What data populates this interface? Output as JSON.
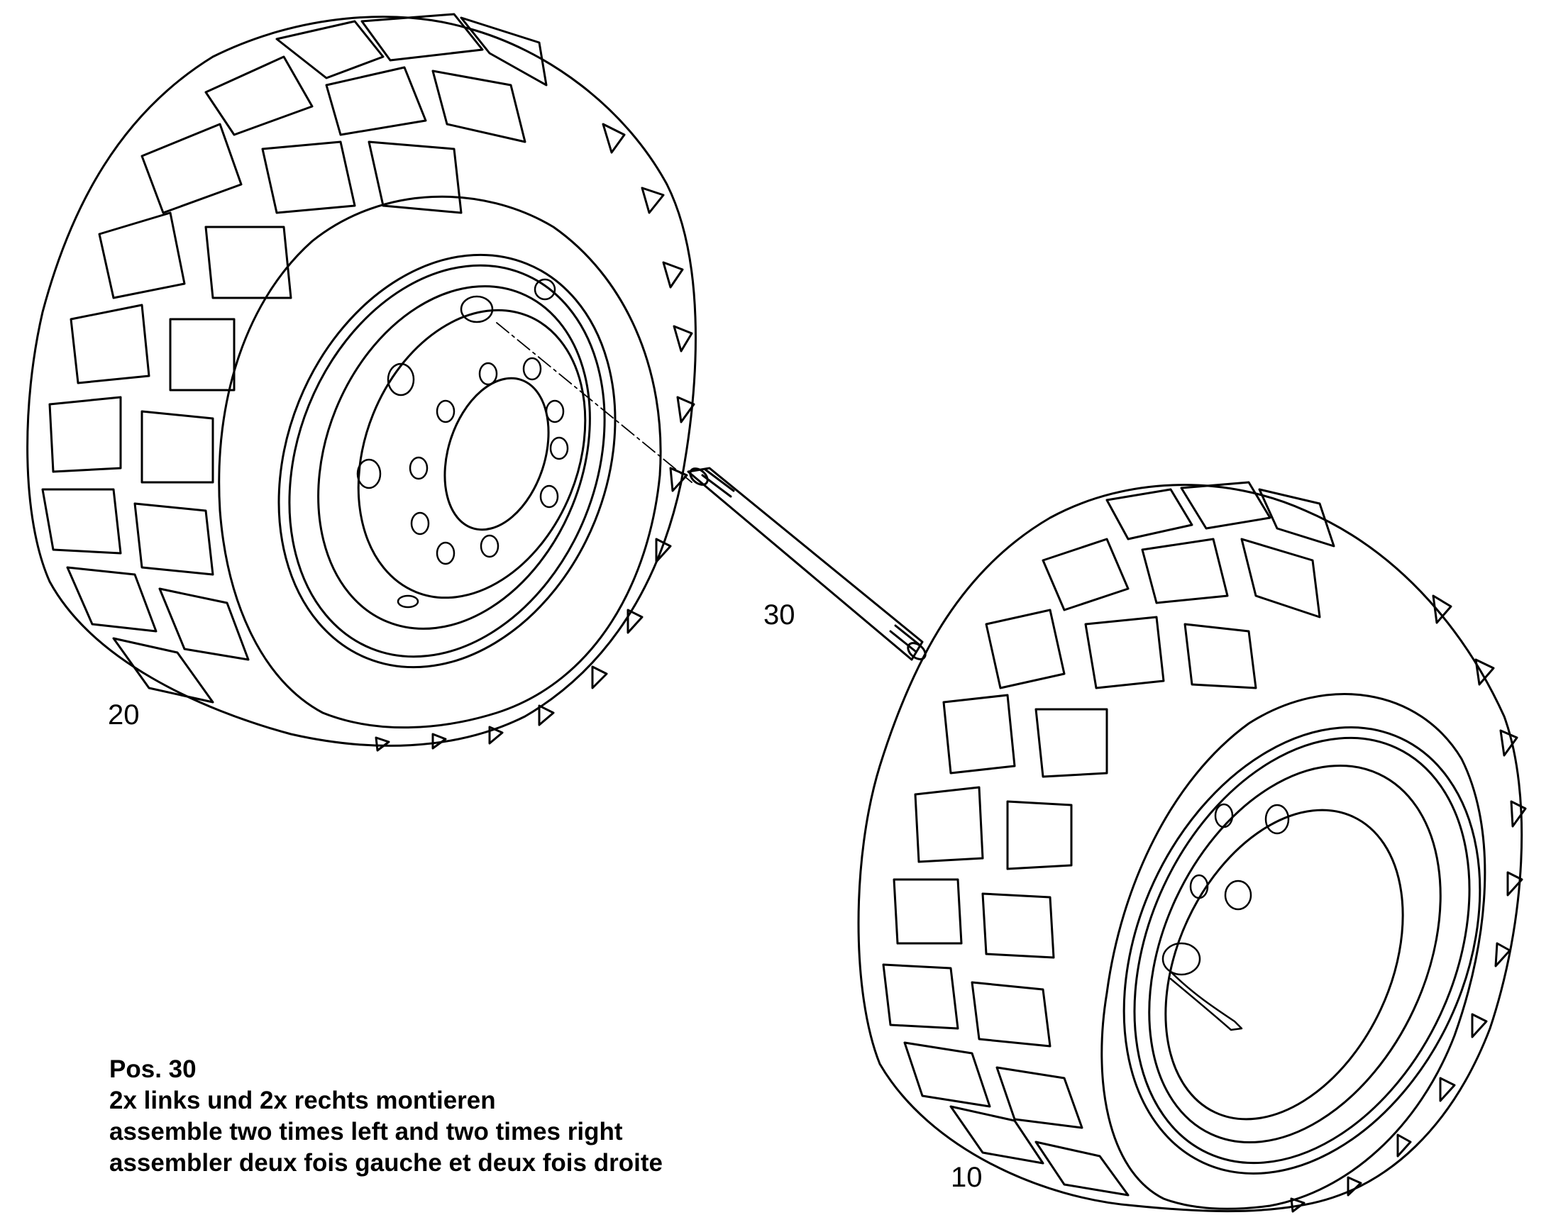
{
  "callouts": {
    "wheel_left": "20",
    "wheel_right": "10",
    "axle_pin": "30"
  },
  "note": {
    "heading": "Pos. 30",
    "line_de": "2x links und 2x rechts montieren",
    "line_en": "assemble two times left and two times right",
    "line_fr": "assembler deux fois gauche et deux fois droite"
  },
  "colors": {
    "line": "#000000",
    "background": "#ffffff"
  }
}
